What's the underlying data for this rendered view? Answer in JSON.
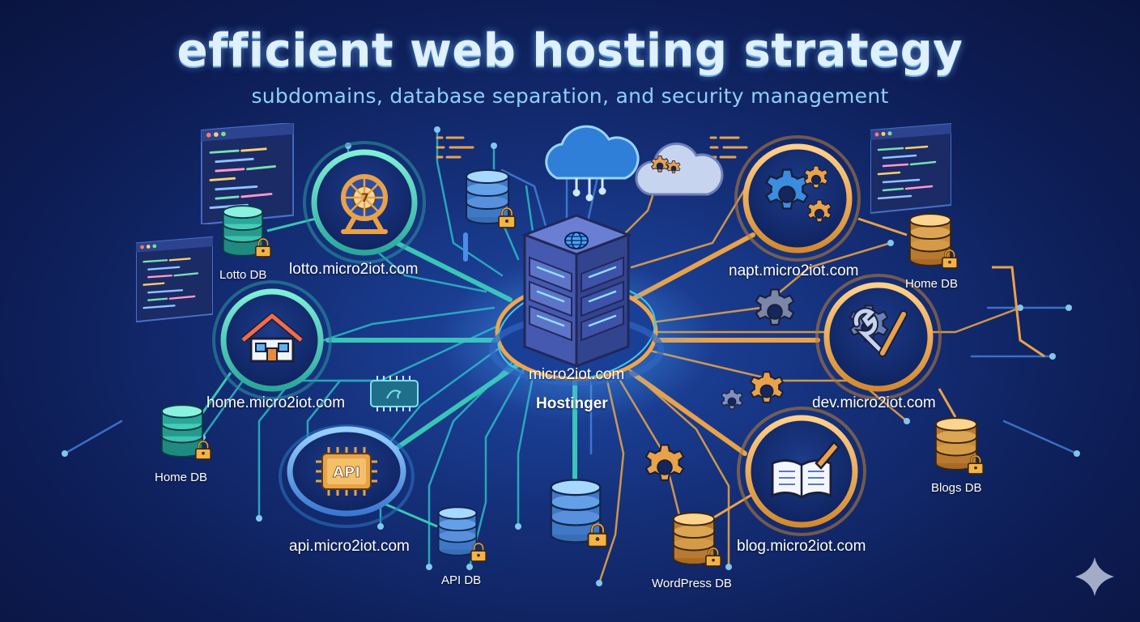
{
  "header": {
    "title": "efficient web hosting strategy",
    "subtitle": "subdomains, database separation, and security management"
  },
  "hub": {
    "domain": "micro2iot.com",
    "provider": "Hostinger"
  },
  "subdomains": [
    {
      "label": "lotto.micro2iot.com",
      "icon": "ferris-wheel-icon",
      "database": "Lotto DB"
    },
    {
      "label": "home.micro2iot.com",
      "icon": "house-icon",
      "database": "Home DB"
    },
    {
      "label": "api.micro2iot.com",
      "icon": "api-chip-icon",
      "database": "API DB",
      "chip_text": "API"
    },
    {
      "label": "napt.micro2iot.com",
      "icon": "gears-icon",
      "database": "Home DB"
    },
    {
      "label": "dev.micro2iot.com",
      "icon": "wrench-gear-icon",
      "database": "Blogs DB"
    },
    {
      "label": "blog.micro2iot.com",
      "icon": "open-book-icon",
      "database": "WordPress DB"
    }
  ],
  "colors": {
    "background": "#0d1d55",
    "teal_accent": "#39c6b6",
    "orange_accent": "#e9a24a",
    "blue_accent": "#3f8fe0",
    "label_text": "#ffffff"
  },
  "icons": [
    "cloud-icon",
    "cloud-gear-icon",
    "server-rack-icon",
    "globe-icon",
    "lock-icon",
    "database-icon",
    "circuit-chip-icon",
    "gear-icon",
    "code-window-icon",
    "sparkle-icon"
  ]
}
